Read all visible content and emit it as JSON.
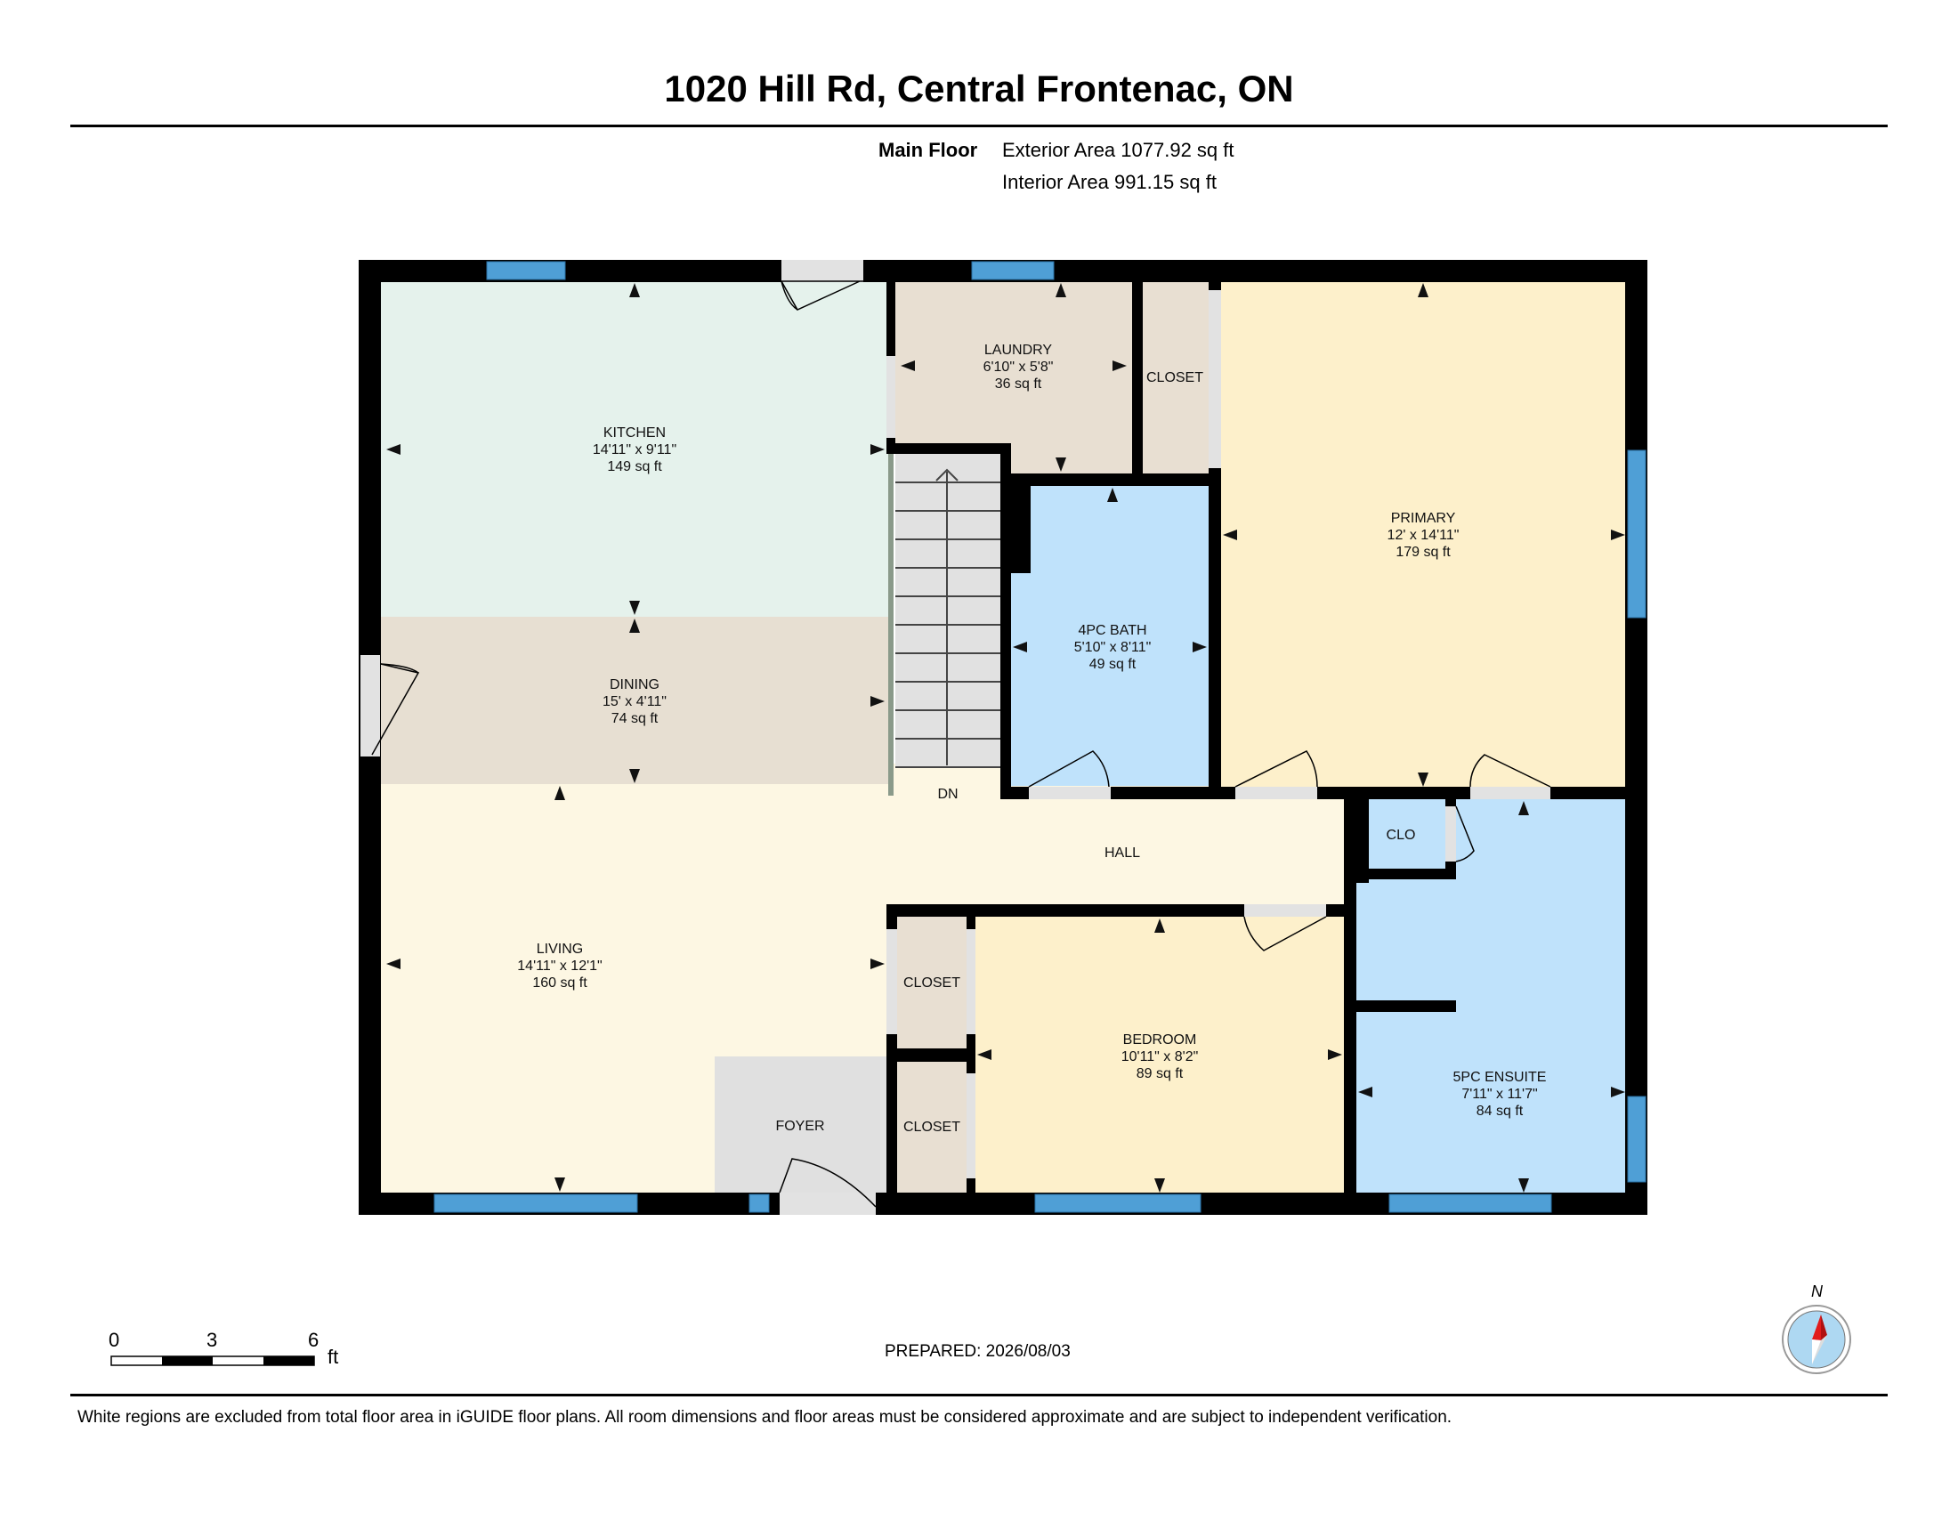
{
  "header": {
    "address": "1020 Hill Rd, Central Frontenac, ON"
  },
  "floor": {
    "label": "Main Floor",
    "exterior_area": "Exterior Area 1077.92 sq ft",
    "interior_area": "Interior Area 991.15 sq ft"
  },
  "rooms": {
    "kitchen": {
      "name": "KITCHEN",
      "dims": "14'11\" x 9'11\"",
      "area": "149 sq ft"
    },
    "dining": {
      "name": "DINING",
      "dims": "15' x 4'11\"",
      "area": "74 sq ft"
    },
    "laundry": {
      "name": "LAUNDRY",
      "dims": "6'10\" x 5'8\"",
      "area": "36 sq ft"
    },
    "closet_laundry": {
      "name": "CLOSET"
    },
    "primary": {
      "name": "PRIMARY",
      "dims": "12' x 14'11\"",
      "area": "179 sq ft"
    },
    "bath4": {
      "name": "4PC BATH",
      "dims": "5'10\" x 8'11\"",
      "area": "49 sq ft"
    },
    "stairs": {
      "name": "DN"
    },
    "hall": {
      "name": "HALL"
    },
    "clo": {
      "name": "CLO"
    },
    "living": {
      "name": "LIVING",
      "dims": "14'11\" x 12'1\"",
      "area": "160 sq ft"
    },
    "closet_upper": {
      "name": "CLOSET"
    },
    "closet_lower": {
      "name": "CLOSET"
    },
    "foyer": {
      "name": "FOYER"
    },
    "bedroom": {
      "name": "BEDROOM",
      "dims": "10'11\" x 8'2\"",
      "area": "89 sq ft"
    },
    "ensuite": {
      "name": "5PC ENSUITE",
      "dims": "7'11\" x 11'7\"",
      "area": "84 sq ft"
    }
  },
  "scale": {
    "ticks": [
      "0",
      "3",
      "6"
    ],
    "unit": "ft"
  },
  "compass": {
    "label": "N"
  },
  "prepared": "PREPARED: 2026/08/03",
  "footer_note": "White regions are excluded from total floor area in iGUIDE floor plans. All room dimensions and floor areas must be considered approximate and are subject to independent verification.",
  "colors": {
    "wall": "#000000",
    "window": "#4f9fd6",
    "door": "#e2e2e2",
    "kitchen": "#e5f2ec",
    "dining": "#e7dfd2",
    "laundry": "#e8dfd2",
    "closet": "#e8dfd2",
    "primary": "#fdf0cb",
    "bath": "#bfe2fb",
    "living": "#fdf7e3",
    "foyer": "#e0e0e0",
    "bedroom": "#fdf0cb",
    "stairs": "#e1e1e1"
  }
}
